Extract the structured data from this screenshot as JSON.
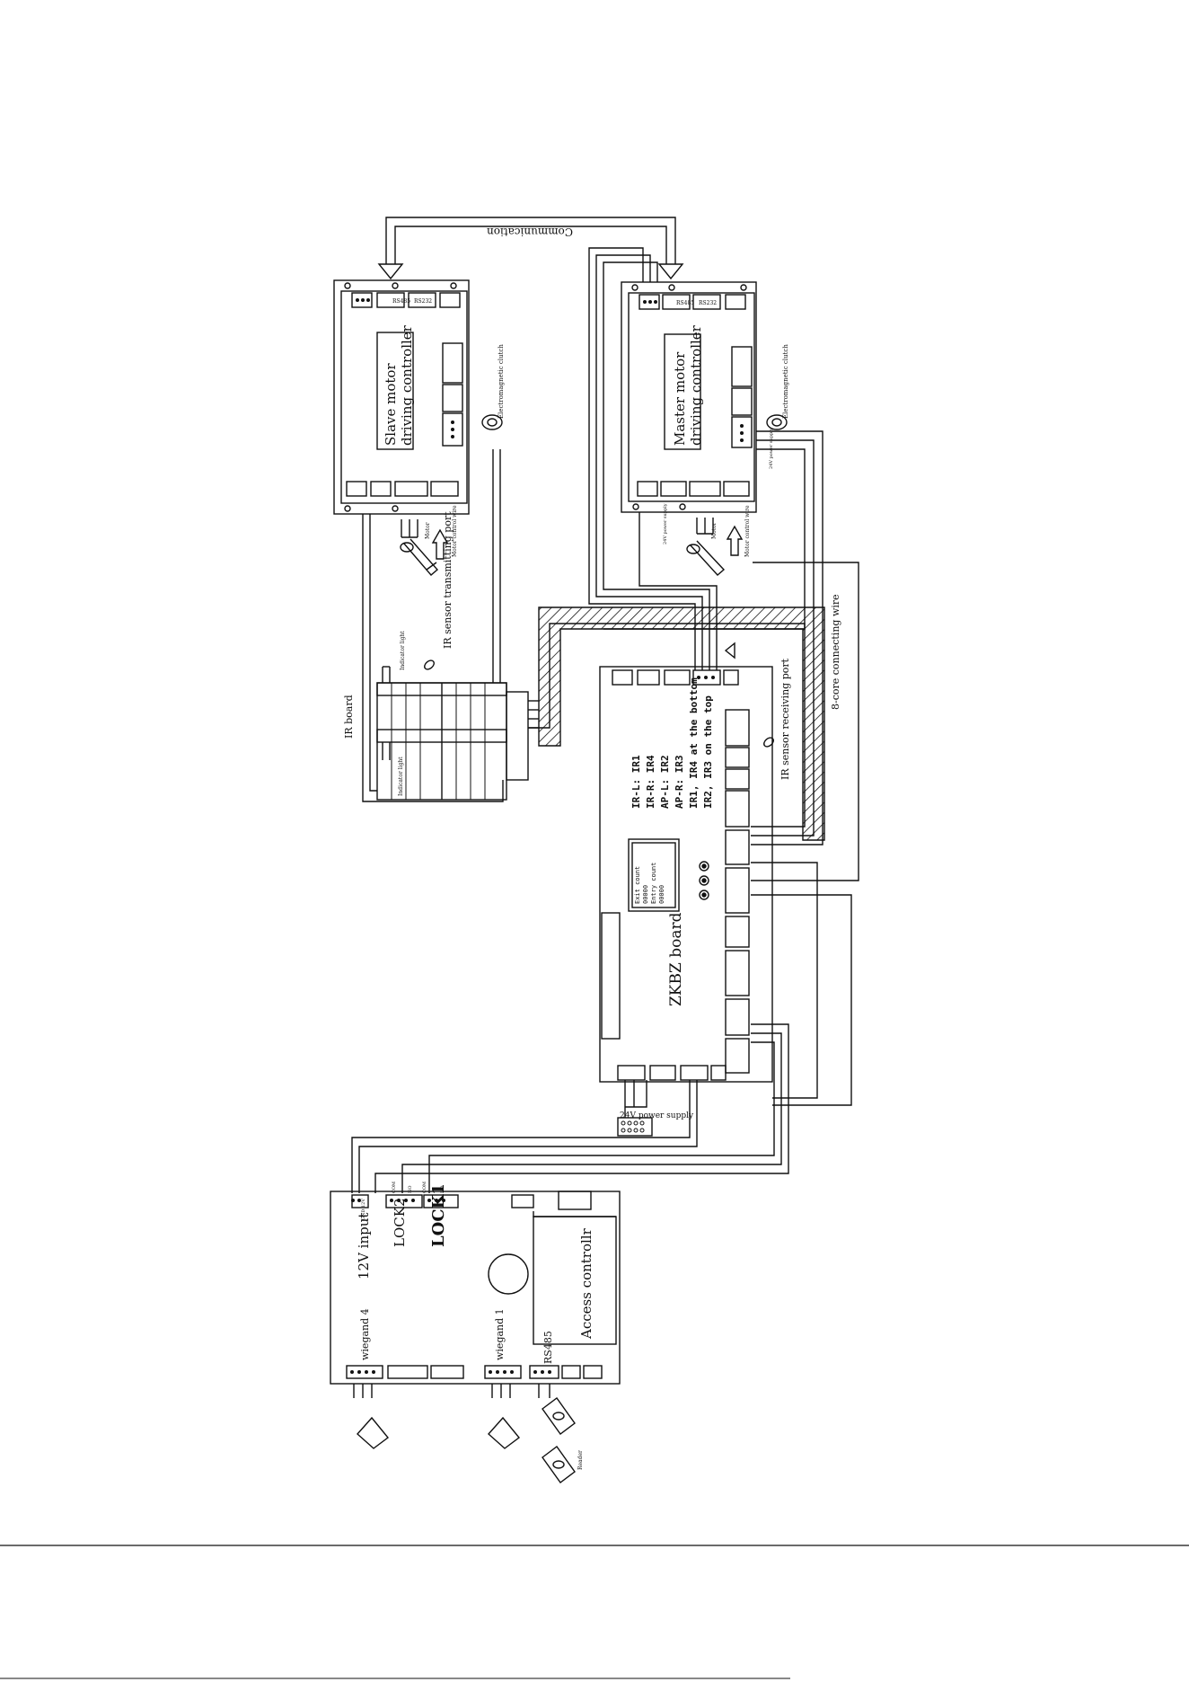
{
  "labels": {
    "communication": "Communication",
    "slave_title_1": "Slave motor",
    "slave_title_2": "driving controller",
    "master_title_1": "Master motor",
    "master_title_2": "driving controller",
    "electromagnetic_clutch": "Electromagnetic clutch",
    "motor": "Motor",
    "motor_control_wire": "Motor control wire",
    "power_24v_small": "24V power supply",
    "ir_sensor_tx": "IR sensor transmitting port",
    "ir_board": "IR board",
    "indicator_light": "Indicator light",
    "ir_sensor_rx": "IR sensor receiving port",
    "eight_core": "8-core connecting wire",
    "zkbz_board": "ZKBZ board",
    "ir_map_1": "IR-L: IR1",
    "ir_map_2": "IR-R: IR4",
    "ir_map_3": "AP-L: IR2",
    "ir_map_4": "AP-R: IR3",
    "ir_map_5": "IR1, IR4 at the bottom",
    "ir_map_6": "IR2, IR3 on the top",
    "lcd_1": "Exit count",
    "lcd_2": "00000",
    "lcd_3": "Entry count",
    "lcd_4": "00000",
    "power_24v": "24V power supply",
    "input_12v": "12V input",
    "lock2": "LOCK2",
    "lock1": "LOCK1",
    "access_controller": "Access controllr",
    "wiegand4": "wiegand 4",
    "wiegand1": "wiegand 1",
    "rs485": "RS485",
    "reader": "Reader",
    "com": "COM",
    "no": "NO",
    "gnd12v": "GND 12V",
    "rs485_port": "RS485",
    "rs232_port": "RS232"
  },
  "colors": {
    "line": "#111111",
    "background": "#ffffff"
  }
}
